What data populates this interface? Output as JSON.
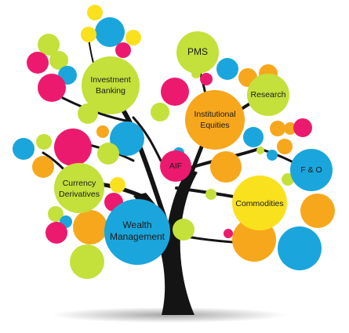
{
  "colors": {
    "yellow": "#f9e11e",
    "lime": "#c4e03a",
    "blue": "#1aa6dc",
    "magenta": "#ec1a6e",
    "orange": "#f7a71c",
    "trunk": "#141414"
  },
  "nodes": {
    "pms": "PMS",
    "investment_banking": [
      "Investment",
      "Banking"
    ],
    "research": "Research",
    "institutional_equities": [
      "Institutional",
      "Equities"
    ],
    "aif": "AIF",
    "fo": "F & O",
    "currency_derivatives": [
      "Currency",
      "Derivatives"
    ],
    "commodities": "Commodities",
    "wealth_management": [
      "Wealth",
      "Management"
    ]
  }
}
